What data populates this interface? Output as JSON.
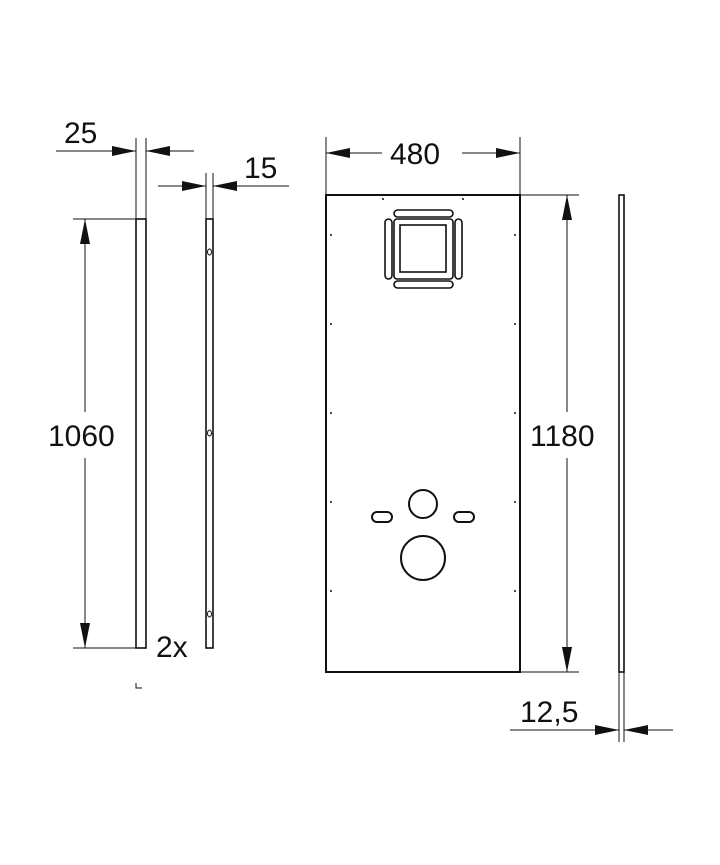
{
  "drawing": {
    "type": "technical-dimension-drawing",
    "stroke_color": "#111111",
    "background": "#ffffff",
    "dimensions": {
      "side_panel_thickness": "25",
      "strip_thickness": "15",
      "main_panel_width": "480",
      "side_panel_height": "1060",
      "main_panel_height": "1180",
      "plate_thickness": "12,5"
    },
    "annotations": {
      "strip_quantity": "2x"
    },
    "parts": [
      {
        "name": "side-panel",
        "width_mm": 25,
        "height_mm": 1060
      },
      {
        "name": "mounting-strip",
        "width_mm": 15,
        "quantity": "2x"
      },
      {
        "name": "main-panel",
        "width_mm": 480,
        "height_mm": 1180,
        "cutouts": [
          "flush-plate-square-opening",
          "water-supply-circle",
          "drain-circle",
          "two-bolt-slots"
        ]
      },
      {
        "name": "front-plate-edge",
        "thickness_mm": "12,5"
      }
    ]
  }
}
